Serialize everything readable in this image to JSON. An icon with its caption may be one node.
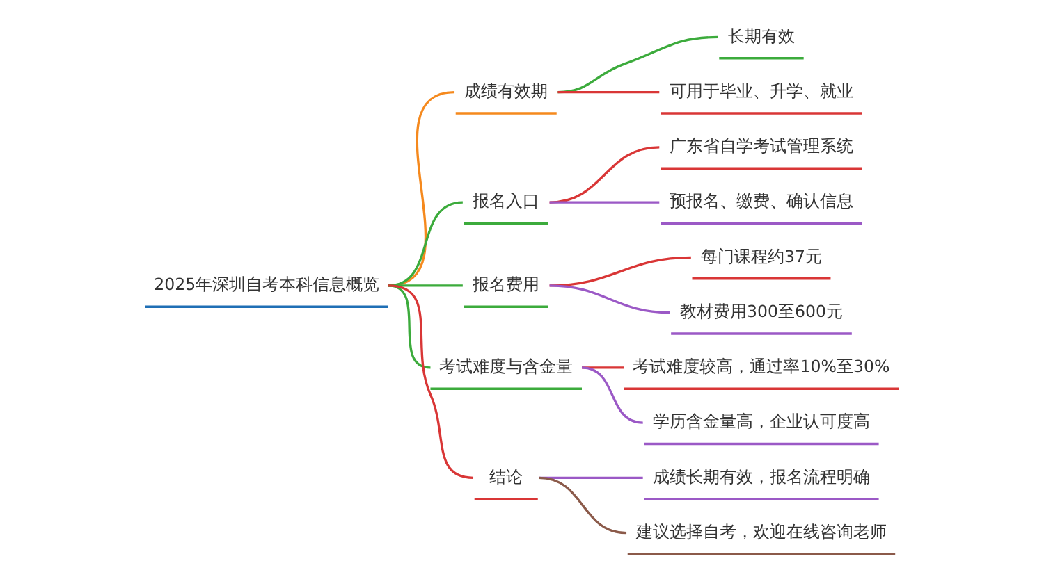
{
  "diagram": {
    "nodes": [
      {
        "text": [
          "2025年深圳自考本科信息概览"
        ]
      },
      {
        "text": [
          "成绩有效期"
        ]
      },
      {
        "text": [
          "长期有效"
        ]
      },
      {
        "text": [
          "可用于毕业、升学、就业"
        ]
      },
      {
        "text": [
          "报名入口"
        ]
      },
      {
        "text": [
          "广东省自学考试管理系统"
        ]
      },
      {
        "text": [
          "预报名、缴费、确认信息"
        ]
      },
      {
        "text": [
          "报名费用"
        ]
      },
      {
        "text": [
          "每门课程约37元"
        ]
      },
      {
        "text": [
          "教材费用300至600元"
        ]
      },
      {
        "text": [
          "考试难度与含金量"
        ]
      },
      {
        "text": [
          "考试难度较高，通过率10%至30%"
        ]
      },
      {
        "text": [
          "学历含金量高，企业认可度高"
        ]
      },
      {
        "text": [
          "结论"
        ]
      },
      {
        "text": [
          "成绩长期有效，报名流程明确"
        ]
      },
      {
        "text": [
          "建议选择自考，欢迎在线咨询老师"
        ]
      }
    ],
    "edges": [
      {
        "from": 0,
        "to": 1,
        "arrow": "none",
        "color": "#f5891d"
      },
      {
        "from": 1,
        "to": 2,
        "arrow": "none",
        "color": "#3cab3c"
      },
      {
        "from": 1,
        "to": 3,
        "arrow": "none",
        "color": "#d93636"
      },
      {
        "from": 0,
        "to": 4,
        "arrow": "none",
        "color": "#3cab3c"
      },
      {
        "from": 4,
        "to": 5,
        "arrow": "none",
        "color": "#d93636"
      },
      {
        "from": 4,
        "to": 6,
        "arrow": "none",
        "color": "#9b59c6"
      },
      {
        "from": 0,
        "to": 7,
        "arrow": "none",
        "color": "#3cab3c"
      },
      {
        "from": 7,
        "to": 8,
        "arrow": "none",
        "color": "#d93636"
      },
      {
        "from": 7,
        "to": 9,
        "arrow": "none",
        "color": "#9b59c6"
      },
      {
        "from": 0,
        "to": 10,
        "arrow": "none",
        "color": "#3cab3c"
      },
      {
        "from": 10,
        "to": 11,
        "arrow": "none",
        "color": "#d93636"
      },
      {
        "from": 10,
        "to": 12,
        "arrow": "none",
        "color": "#9b59c6"
      },
      {
        "from": 0,
        "to": 13,
        "arrow": "none",
        "color": "#d93636"
      },
      {
        "from": 13,
        "to": 14,
        "arrow": "none",
        "color": "#9b59c6"
      },
      {
        "from": 13,
        "to": 15,
        "arrow": "none",
        "color": "#8b5a4a"
      }
    ]
  }
}
